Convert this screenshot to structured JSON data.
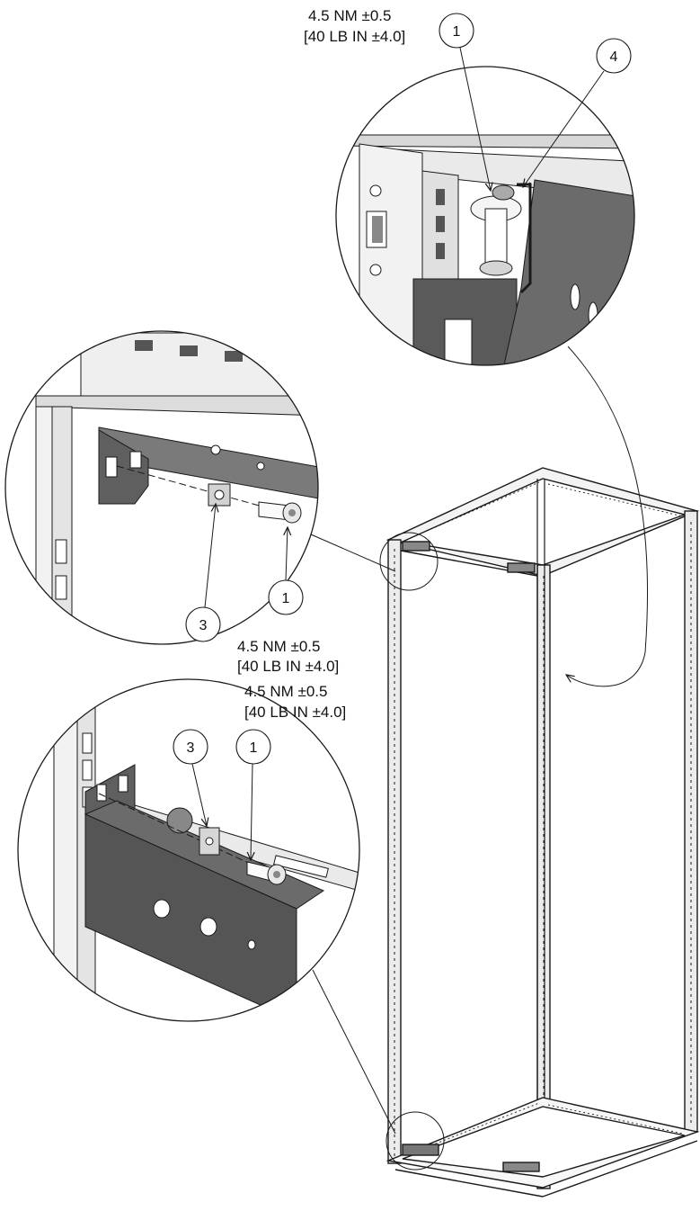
{
  "annotations": {
    "top_torque": {
      "line1": "4.5 NM ±0.5",
      "line2": "[40 LB IN ±4.0]"
    },
    "mid_torque": {
      "line1": "4.5 NM ±0.5",
      "line2": "[40 LB IN ±4.0]"
    },
    "bottom_torque": {
      "line1": "4.5 NM ±0.5",
      "line2": "[40 LB IN ±4.0]"
    }
  },
  "balloons": {
    "top_screw": "1",
    "top_clip": "4",
    "mid_nut": "3",
    "mid_screw": "1",
    "bottom_nut": "3",
    "bottom_screw": "1"
  },
  "colors": {
    "line": "#1a1a1a",
    "panel_dark": "#5a5a5a",
    "panel_mid": "#8a8a8a",
    "panel_light": "#cfcfcf",
    "background": "#ffffff"
  }
}
